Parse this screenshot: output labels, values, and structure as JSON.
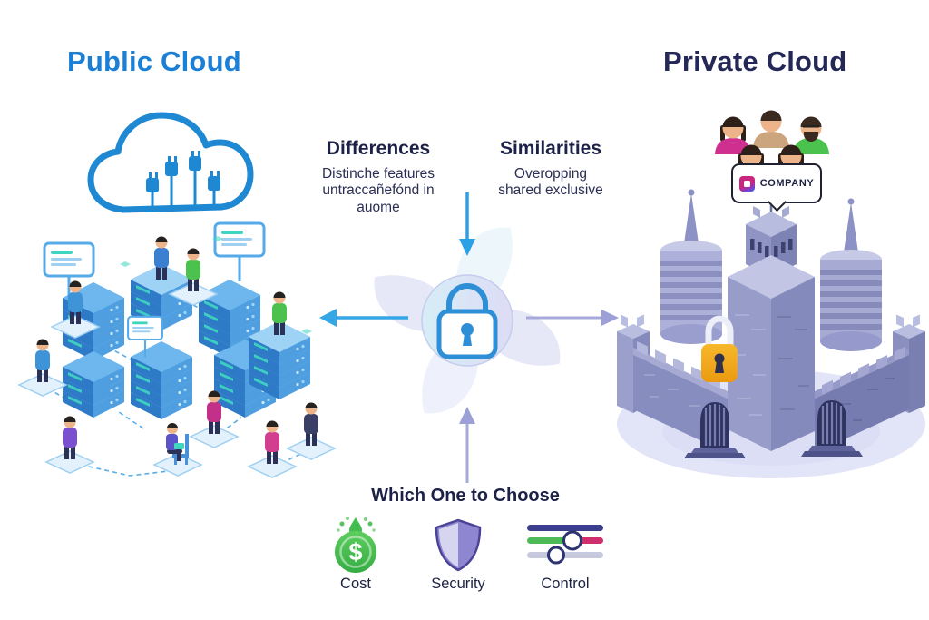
{
  "header": {
    "public_title": "Public Cloud",
    "private_title": "Private Cloud"
  },
  "center": {
    "differences_heading": "Differences",
    "differences_lines": [
      "Distinche features",
      "untraccañefónd in",
      "auome"
    ],
    "similarities_heading": "Similarities",
    "similarities_lines": [
      "Overopping",
      "shared exclusive"
    ]
  },
  "private_cloud": {
    "company_label": "COMPANY"
  },
  "choose": {
    "heading": "Which One to Choose",
    "items": [
      {
        "label": "Cost",
        "glyph": "$",
        "icon": "dollar-coin-icon"
      },
      {
        "label": "Security",
        "icon": "shield-icon"
      },
      {
        "label": "Control",
        "icon": "sliders-icon"
      }
    ]
  },
  "colors": {
    "public_accent": "#1a7fd6",
    "navy": "#232857",
    "arrow_blue": "#2ea4e6",
    "arrow_purple": "#9ca0d6",
    "lock_blue": "#2f8fd6",
    "castle_purple": "#9297c9",
    "padlock_gold": "#f2a71f",
    "cost_green": "#46c14f",
    "security_purple": "#675cc0",
    "control_indigo": "#3b3d8d",
    "control_pink": "#cf2f6d"
  }
}
